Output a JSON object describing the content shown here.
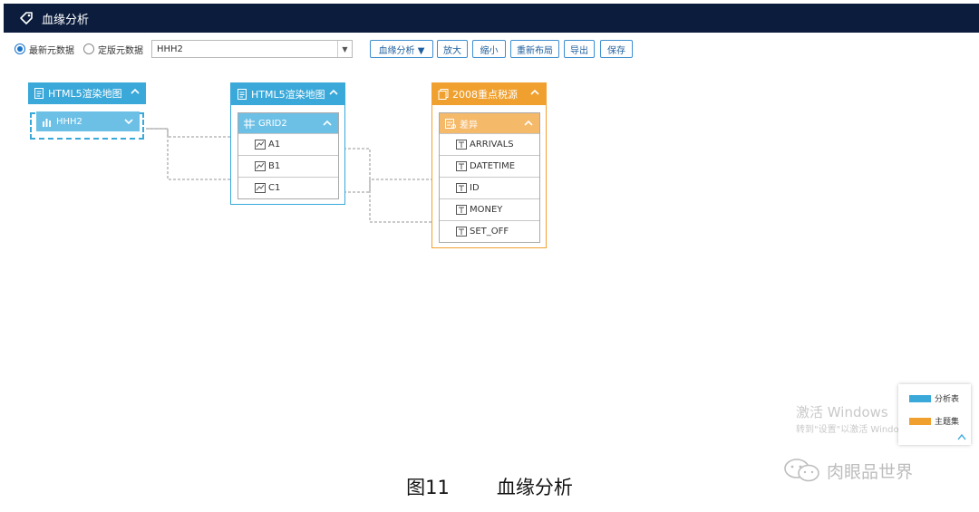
{
  "header": {
    "title": "血缘分析",
    "icon": "tag-icon"
  },
  "toolbar": {
    "radio_latest": "最新元数据",
    "radio_fixed": "定版元数据",
    "select_value": "HHH2",
    "btn_lineage": "血缘分析 ▼",
    "btn_zoom_in": "放大",
    "btn_zoom_out": "缩小",
    "btn_relayout": "重新布局",
    "btn_export": "导出",
    "btn_save": "保存"
  },
  "nodes": {
    "n1": {
      "title": "HTML5渲染地图",
      "sub": "HHH2",
      "color": "#3aa9da"
    },
    "n2": {
      "title": "HTML5渲染地图",
      "sub": "GRID2",
      "fields": [
        "A1",
        "B1",
        "C1"
      ],
      "color": "#3aa9da"
    },
    "n3": {
      "title": "2008重点税源",
      "sub": "差异",
      "fields": [
        "ARRIVALS",
        "DATETIME",
        "ID",
        "MONEY",
        "SET_OFF"
      ],
      "color": "#f0a02e"
    }
  },
  "legend": {
    "analysis": "分析表",
    "topic": "主题集",
    "analysis_color": "#3aa9da",
    "topic_color": "#f0a02e"
  },
  "watermark": {
    "line1": "激活 Windows",
    "line2": "转到\"设置\"以激活 Windows。"
  },
  "wechat": "肉眼品世界",
  "caption": {
    "num": "图11",
    "text": "血缘分析"
  }
}
